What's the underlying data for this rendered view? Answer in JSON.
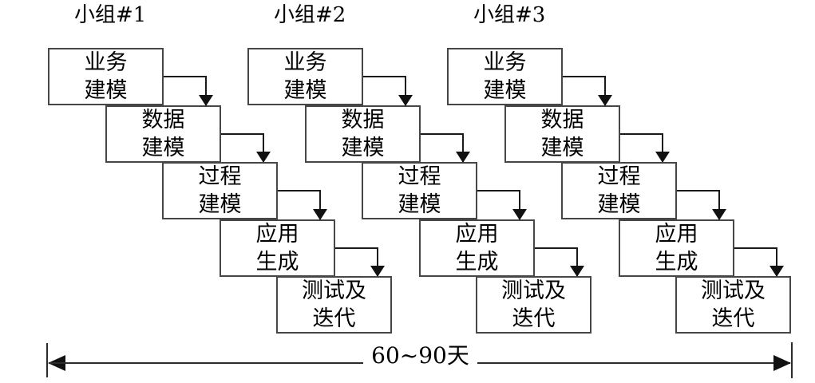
{
  "diagram": {
    "title_semantic": "RAD parallel teams process diagram",
    "groups": [
      {
        "label": "小组#1",
        "phases": [
          "业务\n建模",
          "数据\n建模",
          "过程\n建模",
          "应用\n生成",
          "测试及\n迭代"
        ]
      },
      {
        "label": "小组#2",
        "phases": [
          "业务\n建模",
          "数据\n建模",
          "过程\n建模",
          "应用\n生成",
          "测试及\n迭代"
        ]
      },
      {
        "label": "小组#3",
        "phases": [
          "业务\n建模",
          "数据\n建模",
          "过程\n建模",
          "应用\n生成",
          "测试及\n迭代"
        ]
      }
    ],
    "timeline": {
      "label": "60~90天"
    },
    "colors": {
      "background": "#ffffff",
      "box_border": "#464646",
      "connector_line": "#1a1a1a",
      "arrow_fill": "#111111",
      "text": "#000000"
    }
  }
}
